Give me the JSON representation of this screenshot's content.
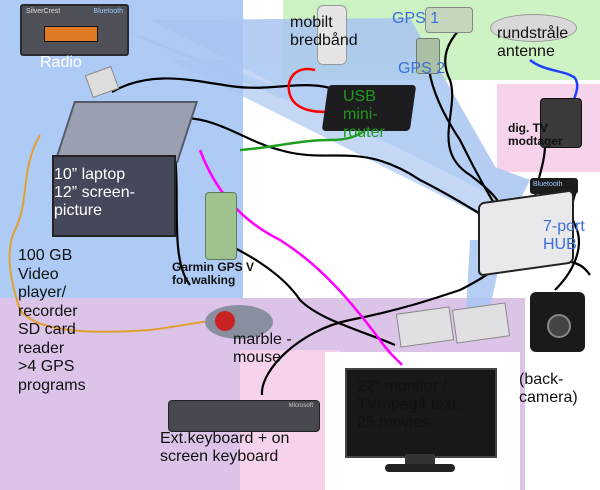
{
  "labels": {
    "radio": "Radio",
    "mobil_bredband": "mobilt\nbredbånd",
    "gps1": "GPS 1",
    "gps2": "GPS 2",
    "rundstraale": "rundstråle\nantenne",
    "usb_router": "USB\nmini-\nrouter",
    "dig_tv": "dig. TV\nmodtager",
    "laptop": "10” laptop\n12” screen-\npicture",
    "video_player": "100 GB\nVideo\nplayer/\nrecorder\nSD card\nreader\n>4 GPS\nprograms",
    "garmin": "Garmin GPS V\nfor walking",
    "hub": "7-port\nHUB",
    "marble_mouse": "marble -\nmouse",
    "monitor": "22” monitor /\nTVmpeg4 text,\n25 movies",
    "back_camera": "(back-\ncamera)",
    "keyboard": "Ext.keyboard + on\nscreen keyboard"
  },
  "device_text": {
    "radio_brand": "SilverCrest",
    "bluetooth": "Bluetooth",
    "keyboard_brand": "Microsoft"
  },
  "colors": {
    "blue_region": "#aecbf6",
    "green_region": "#cdf2c4",
    "pink_region": "#f6d3ea",
    "purple_region": "#dcc3e8",
    "wire_black": "#000000",
    "wire_pink": "#ff00ff",
    "wire_orange": "#e0a030",
    "wire_red": "#ff0000",
    "wire_green": "#20a020",
    "wire_blue": "#2040ff",
    "beam_blue": "#a9c5f2"
  }
}
